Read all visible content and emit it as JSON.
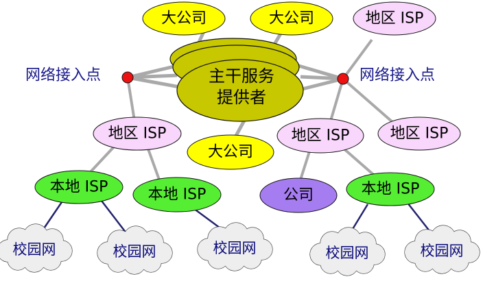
{
  "colors": {
    "company": "#ffff00",
    "backbone": "#c8c800",
    "regional_isp": "#f9d6fb",
    "local_isp": "#55ee33",
    "company_purple": "#a67df0",
    "campus": "#eeeeee",
    "access_point": "#ee1111",
    "link_gray": "#a9a9a9",
    "link_navy": "#23236e",
    "outline": "#111111"
  },
  "backbone": {
    "line1": "主干服务",
    "line2": "提供者"
  },
  "access_points": [
    {
      "label": "网络接入点"
    },
    {
      "label": "网络接入点"
    }
  ],
  "companies": [
    {
      "label": "大公司"
    },
    {
      "label": "大公司"
    },
    {
      "label": "大公司"
    },
    {
      "label": "公司"
    }
  ],
  "regional_isps": [
    {
      "label": "地区 ISP"
    },
    {
      "label": "地区 ISP"
    },
    {
      "label": "地区 ISP"
    },
    {
      "label": "地区 ISP"
    }
  ],
  "local_isps": [
    {
      "label": "本地 ISP"
    },
    {
      "label": "本地 ISP"
    },
    {
      "label": "本地 ISP"
    }
  ],
  "campus_networks": [
    {
      "label": "校园网"
    },
    {
      "label": "校园网"
    },
    {
      "label": "校园网"
    },
    {
      "label": "校园网"
    },
    {
      "label": "校园网"
    }
  ]
}
